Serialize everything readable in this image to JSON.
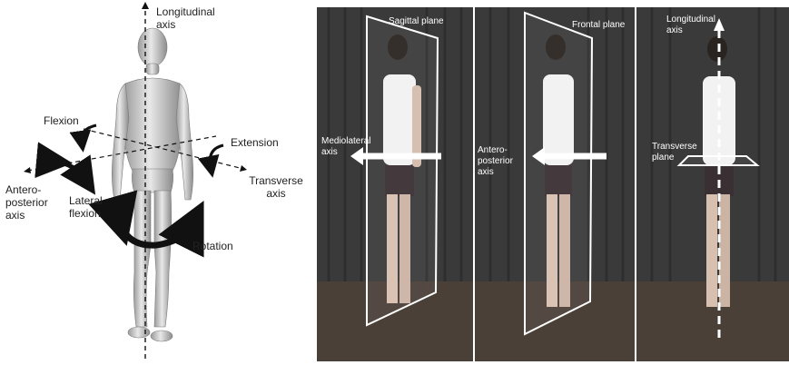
{
  "left_diagram": {
    "labels": {
      "longitudinal_axis": "Longitudinal axis",
      "flexion": "Flexion",
      "extension": "Extension",
      "antero_posterior_axis": "Antero-posterior axis",
      "lateral_flexion": "Lateral flexion",
      "transverse_axis": "Transverse axis",
      "rotation": "Rotation"
    }
  },
  "photo_panels": [
    {
      "plane_label": "Sagittal plane",
      "axis_label": "Mediolateral axis"
    },
    {
      "plane_label": "Frontal plane",
      "axis_label": "Antero-posterior axis"
    },
    {
      "axis_label": "Longitudinal axis",
      "plane_label": "Transverse plane"
    }
  ],
  "colors": {
    "photo_background": "#3a3a3a",
    "curtain_dark": "#2a2a2a",
    "floor": "#4a4038",
    "figure_skin": "#c8c8c8",
    "arrow_black": "#111111",
    "overlay_white": "#ffffff"
  }
}
